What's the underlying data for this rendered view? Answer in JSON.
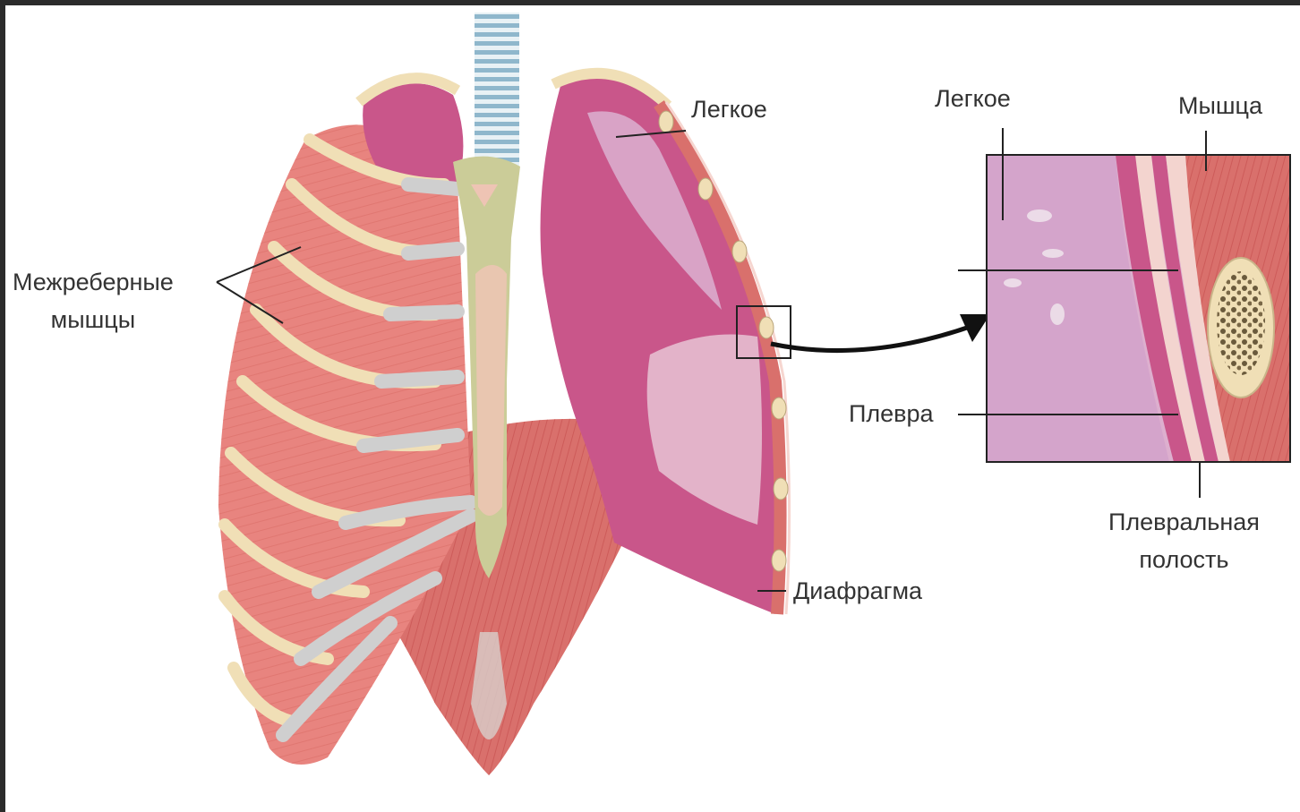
{
  "labels": {
    "lung_main": "Легкое",
    "intercostal_line1": "Межреберные",
    "intercostal_line2": "мышцы",
    "diaphragm": "Диафрагма",
    "inset_lung": "Легкое",
    "inset_muscle": "Мышца",
    "pleura": "Плевра",
    "pleural_cavity_line1": "Плевральная",
    "pleural_cavity_line2": "полость"
  },
  "colors": {
    "frame": "#2b2b2b",
    "background": "#ffffff",
    "muscle": "#e8847f",
    "rib": "#f0dfb6",
    "cartilage": "#cfcfcf",
    "lung": "#c9568a",
    "lung_light": "#d9a3c6",
    "sternum": "#cbcc98",
    "leader_line": "#222222"
  }
}
